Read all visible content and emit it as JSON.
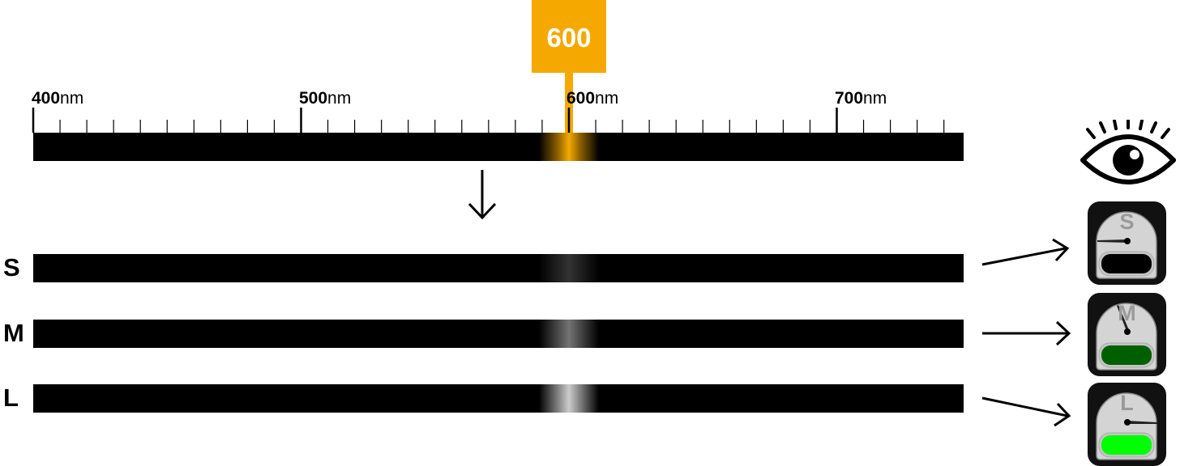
{
  "marker": {
    "value": "600",
    "color": "#f5a800",
    "wavelength_nm": 600
  },
  "ruler": {
    "major_ticks": [
      {
        "value": "400",
        "unit": "nm"
      },
      {
        "value": "500",
        "unit": "nm"
      },
      {
        "value": "600",
        "unit": "nm"
      },
      {
        "value": "700",
        "unit": "nm"
      }
    ]
  },
  "cones": [
    {
      "label": "S",
      "band_brightness": 0.2,
      "meter_fill_color": "#000000",
      "meter_fill_level": 0.0
    },
    {
      "label": "M",
      "band_brightness": 0.45,
      "meter_fill_color": "#006000",
      "meter_fill_level": 0.45
    },
    {
      "label": "L",
      "band_brightness": 0.8,
      "meter_fill_color": "#00ff00",
      "meter_fill_level": 0.8
    }
  ],
  "icons": {
    "eye": "eye-icon",
    "arrow": "arrow-down-icon",
    "connector": "arrow-right-icon"
  }
}
